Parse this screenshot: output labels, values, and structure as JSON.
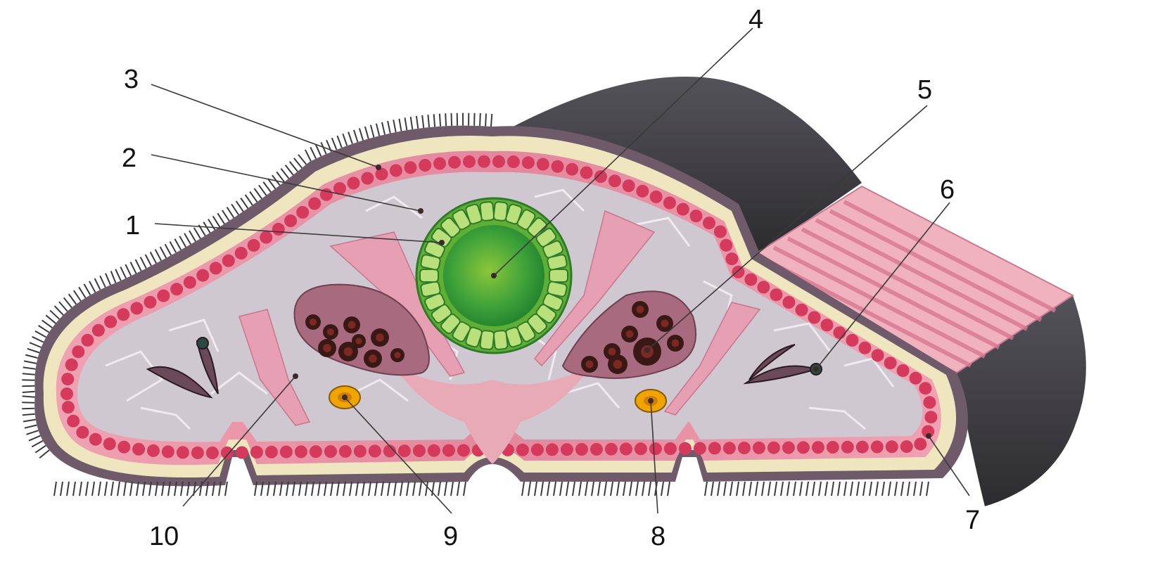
{
  "labels": [
    {
      "id": "1",
      "text": "1"
    },
    {
      "id": "2",
      "text": "2"
    },
    {
      "id": "3",
      "text": "3"
    },
    {
      "id": "4",
      "text": "4"
    },
    {
      "id": "5",
      "text": "5"
    },
    {
      "id": "6",
      "text": "6"
    },
    {
      "id": "7",
      "text": "7"
    },
    {
      "id": "8",
      "text": "8"
    },
    {
      "id": "9",
      "text": "9"
    },
    {
      "id": "10",
      "text": "10"
    }
  ],
  "colors": {
    "cilia": "#3c3a40",
    "epithelium_cell": "#f1ecc4",
    "epithelium_border": "#6f5a6a",
    "muscle_layer": "#e58aa1",
    "muscle_fiber_dots": "#d5395c",
    "parenchyma": "#cfc8d0",
    "parenchyma_lines": "#f4f0f4",
    "gut_wall": "#5fae36",
    "gut_lumen": "#2e9a2e",
    "gonad_sac": "#a86a7e",
    "gonad_cells": "#3a1816",
    "nerve_cord": "#f0a400",
    "protonephridia": "#6a4a5a"
  }
}
